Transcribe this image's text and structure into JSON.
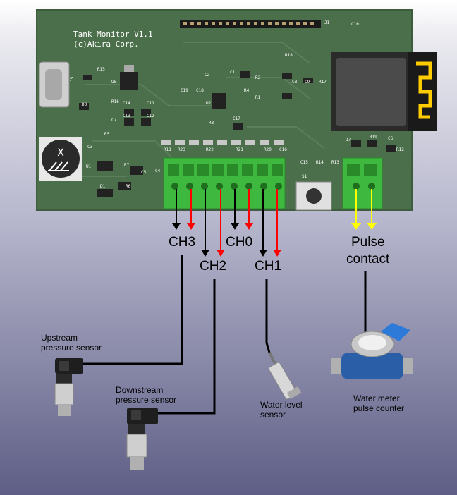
{
  "board": {
    "title_line1": "Tank Monitor V1.1",
    "title_line2": "(c)Akira Corp.",
    "buzzer_mark": "X",
    "silkscreen": [
      "J1",
      "J5",
      "C10",
      "R18",
      "R15",
      "U5",
      "R16",
      "D3",
      "C14",
      "C11",
      "C13",
      "C12",
      "C7",
      "C2",
      "C19",
      "C18",
      "C1",
      "R2",
      "R4",
      "R1",
      "C8",
      "C9",
      "R17",
      "U2",
      "R3",
      "C17",
      "R5",
      "C3",
      "C5",
      "C4",
      "U1",
      "R6",
      "R7",
      "D1",
      "R11",
      "R23",
      "R22",
      "R21",
      "R20",
      "C16",
      "C15",
      "R14",
      "R13",
      "D7",
      "R19",
      "C6",
      "R12",
      "S1"
    ]
  },
  "channels": {
    "ch3": "CH3",
    "ch2": "CH2",
    "ch0": "CH0",
    "ch1": "CH1",
    "pulse_line1": "Pulse",
    "pulse_line2": "contact"
  },
  "sensors": {
    "upstream_line1": "Upstream",
    "upstream_line2": "pressure sensor",
    "downstream_line1": "Downstream",
    "downstream_line2": "pressure sensor",
    "water_level_line1": "Water level",
    "water_level_line2": "sensor",
    "water_meter_line1": "Water meter",
    "water_meter_line2": "pulse counter"
  },
  "colors": {
    "pcb": "#4a6f4a",
    "terminal": "#3fb83f",
    "wire": "#000000",
    "positive_arrow": "#ff0000",
    "ground_arrow": "#000000",
    "pulse_arrow": "#ffff00",
    "esp_module": "#3a3a3a",
    "antenna": "#ffcc00"
  }
}
